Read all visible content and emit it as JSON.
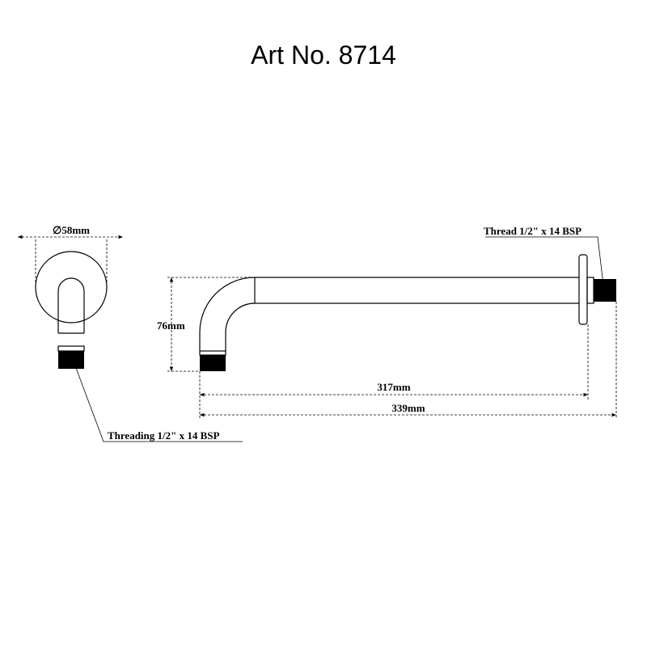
{
  "title": "Art No. 8714",
  "dimensions": {
    "flange_diameter": "58mm",
    "drop_height": "76mm",
    "inner_length": "317mm",
    "overall_length": "339mm"
  },
  "callouts": {
    "wall_thread": "Thread 1/2\" x 14 BSP",
    "outlet_thread": "Threading 1/2\" x 14 BSP"
  },
  "symbols": {
    "diameter": "∅"
  }
}
